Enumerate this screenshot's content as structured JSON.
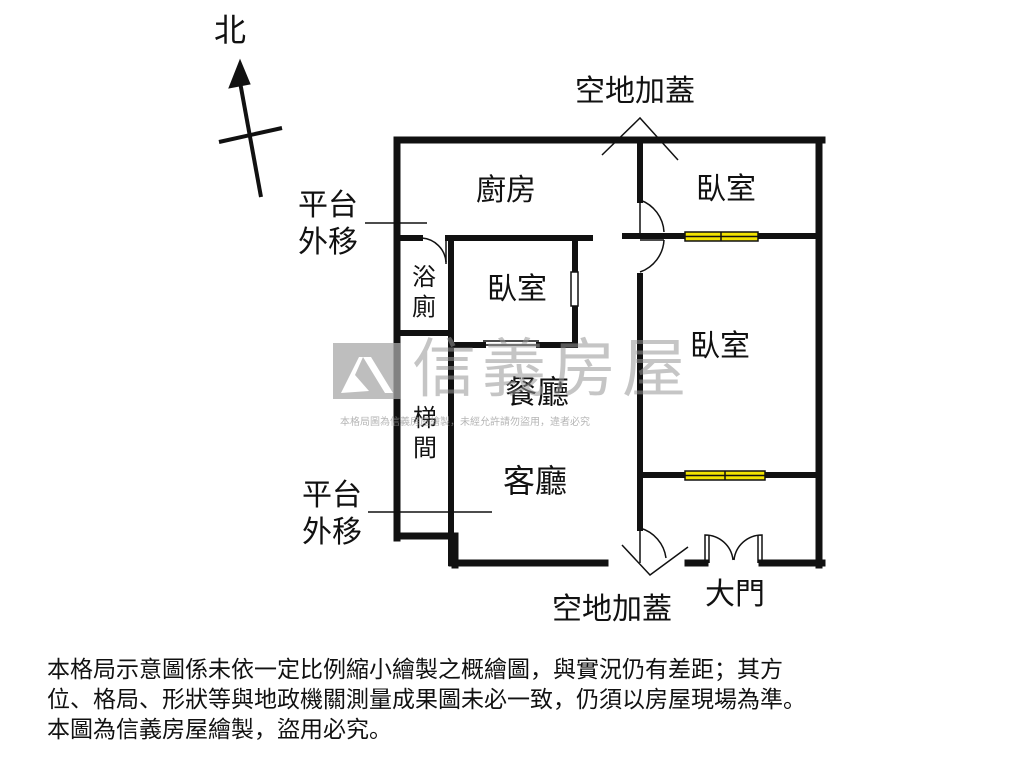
{
  "compass": {
    "label": "北"
  },
  "outside": {
    "top_addition": "空地加蓋",
    "bottom_addition": "空地加蓋",
    "platform_upper": [
      "平台",
      "外移"
    ],
    "platform_lower": [
      "平台",
      "外移"
    ],
    "main_door": "大門"
  },
  "rooms": {
    "kitchen": "廚房",
    "bedroom_top_right": "臥室",
    "bedroom_middle": "臥室",
    "bedroom_right": "臥室",
    "dining": "餐廳",
    "living": "客廳",
    "bathroom": [
      "浴",
      "廁"
    ],
    "stairwell": [
      "梯",
      "間"
    ]
  },
  "watermark": {
    "brand": "信義房屋",
    "note": "本格局圖為信義房屋繪製，未經允許請勿盜用，違者必究"
  },
  "disclaimer": [
    "本格局示意圖係未依一定比例縮小繪製之概繪圖，與實況仍有差距；其方",
    "位、格局、形狀等與地政機關測量成果圖未必一致，仍須以房屋現場為準。",
    "本圖為信義房屋繪製，盜用必究。"
  ],
  "colors": {
    "wall": "#111111",
    "window": "#f2e300",
    "watermark": "#9a9a9a"
  }
}
